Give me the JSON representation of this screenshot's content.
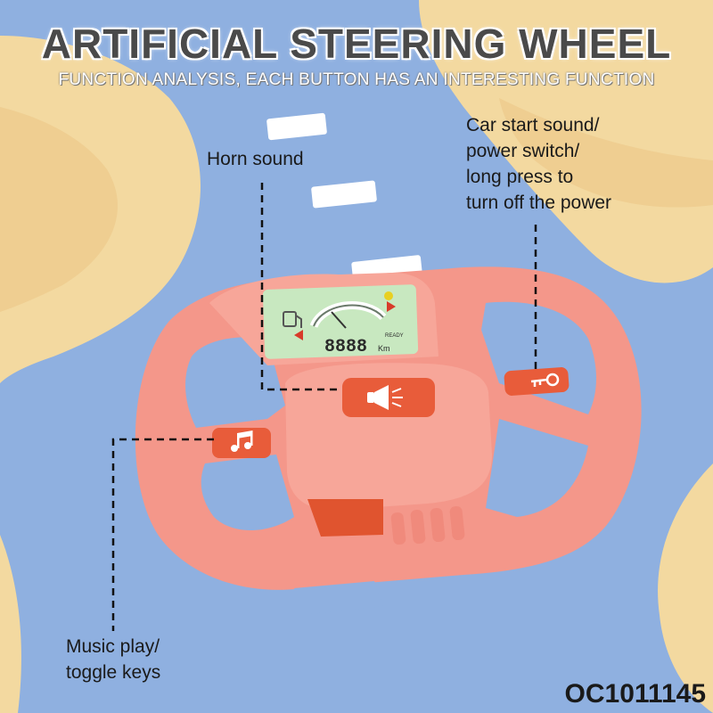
{
  "title": "ARTIFICIAL STEERING WHEEL",
  "subtitle": "FUNCTION ANALYSIS, EACH BUTTON HAS AN INTERESTING FUNCTION",
  "callouts": {
    "horn": "Horn sound",
    "start": "Car start sound/\npower switch/\nlong press to\nturn off the power",
    "music": "Music play/\ntoggle keys"
  },
  "display": {
    "digits": "8888",
    "unit": "Km",
    "ready_label": "READY"
  },
  "product_code": "OC1011145",
  "colors": {
    "background_road": "#8fb0e0",
    "sand": "#f3d9a0",
    "wheel_body": "#f4978a",
    "button": "#e85c3a",
    "display_screen": "#c8e8c0",
    "dashed_line": "#111111"
  },
  "icons": [
    "horn-icon",
    "key-icon",
    "music-note-icon",
    "fuel-icon",
    "speedometer-icon"
  ]
}
